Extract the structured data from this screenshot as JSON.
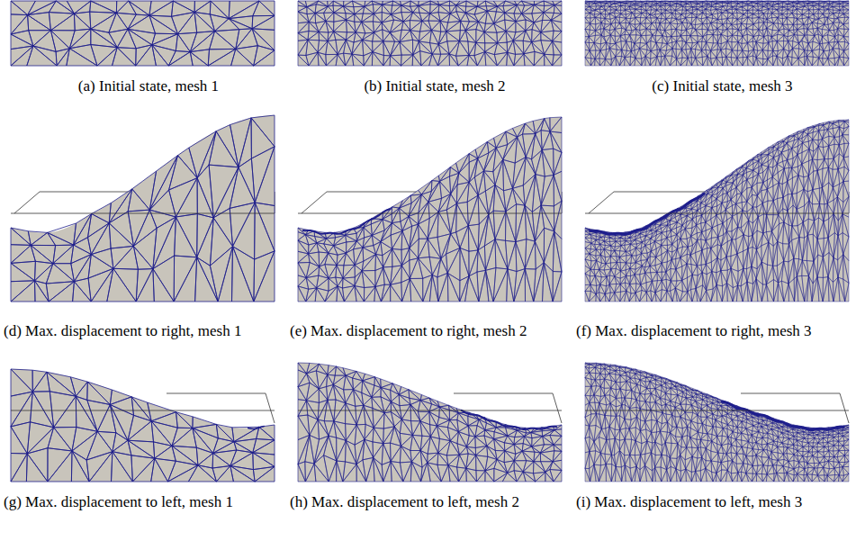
{
  "diagram": {
    "labels": [
      "(a) Initial state, mesh 1",
      "(b) Initial state, mesh 2",
      "(c) Initial state, mesh 3",
      "(d) Max. displacement to right, mesh 1",
      "(e) Max. displacement to right, mesh 2",
      "(f) Max. displacement to right, mesh 3",
      "(g) Max. displacement to left, mesh 1",
      "(h) Max. displacement to left, mesh 2",
      "(i) Max. displacement to left, mesh 3"
    ]
  }
}
